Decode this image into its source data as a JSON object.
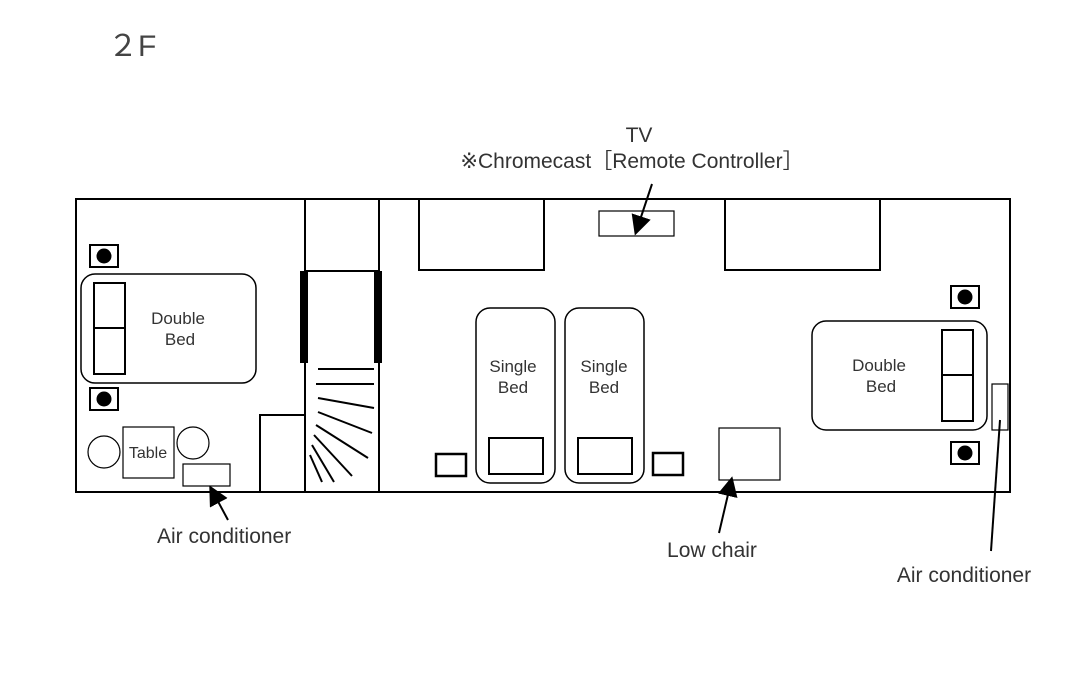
{
  "floor_label": "２F",
  "tv": {
    "title": "TV",
    "note": "※Chromecast［Remote Controller］"
  },
  "left_room": {
    "bed_line1": "Double",
    "bed_line2": "Bed",
    "table": "Table",
    "air_conditioner": "Air conditioner"
  },
  "right_room": {
    "single_bed_1_line1": "Single",
    "single_bed_1_line2": "Bed",
    "single_bed_2_line1": "Single",
    "single_bed_2_line2": "Bed",
    "double_bed_line1": "Double",
    "double_bed_line2": "Bed",
    "low_chair": "Low chair",
    "air_conditioner": "Air conditioner"
  }
}
